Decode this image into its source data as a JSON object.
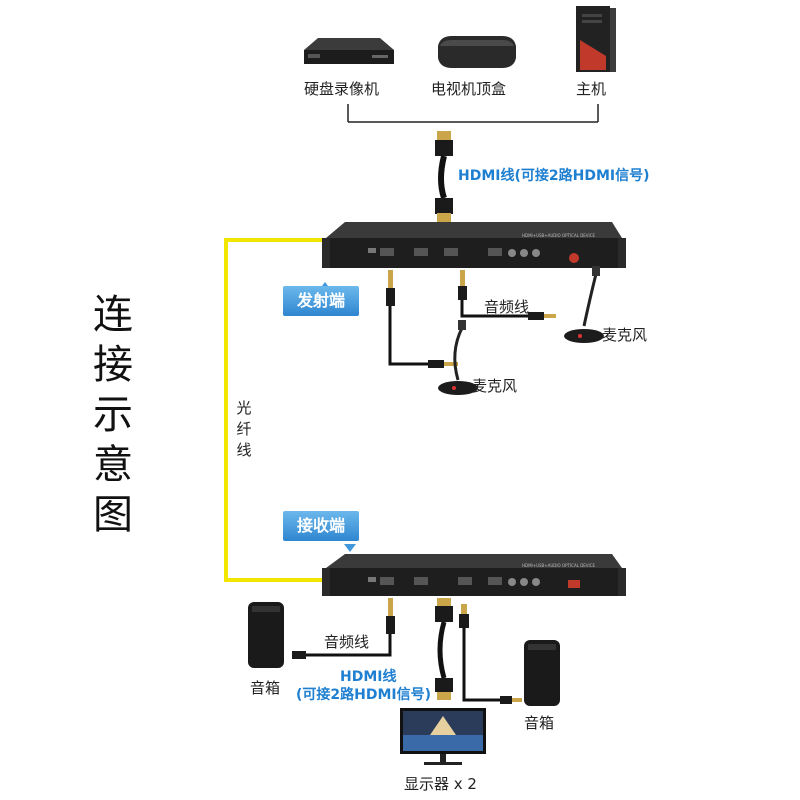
{
  "title_chars": [
    "连",
    "接",
    "示",
    "意",
    "图"
  ],
  "sources": {
    "dvr": "硬盘录像机",
    "settop": "电视机顶盒",
    "pc": "主机"
  },
  "hdmi_top_label": "HDMI线(可接2路HDMI信号)",
  "fiber_chars": [
    "光",
    "纤",
    "线"
  ],
  "transmitter": {
    "tag": "发射端",
    "audio_label": "音频线",
    "mic1": "麦克风",
    "mic2": "麦克风",
    "panel_text": "HDMI+USB+AUDIO OPTICAL DEVICE"
  },
  "receiver": {
    "tag": "接收端",
    "audio_label": "音频线",
    "hdmi_label_line1": "HDMI线",
    "hdmi_label_line2": "(可接2路HDMI信号)",
    "speaker_left": "音箱",
    "speaker_right": "音箱",
    "monitor": "显示器 x 2",
    "panel_text": "HDMI+USB+AUDIO OPTICAL DEVICE"
  },
  "colors": {
    "fiber": "#f2e600",
    "accent": "#1f7fd0",
    "device": "#2b2b2b"
  }
}
